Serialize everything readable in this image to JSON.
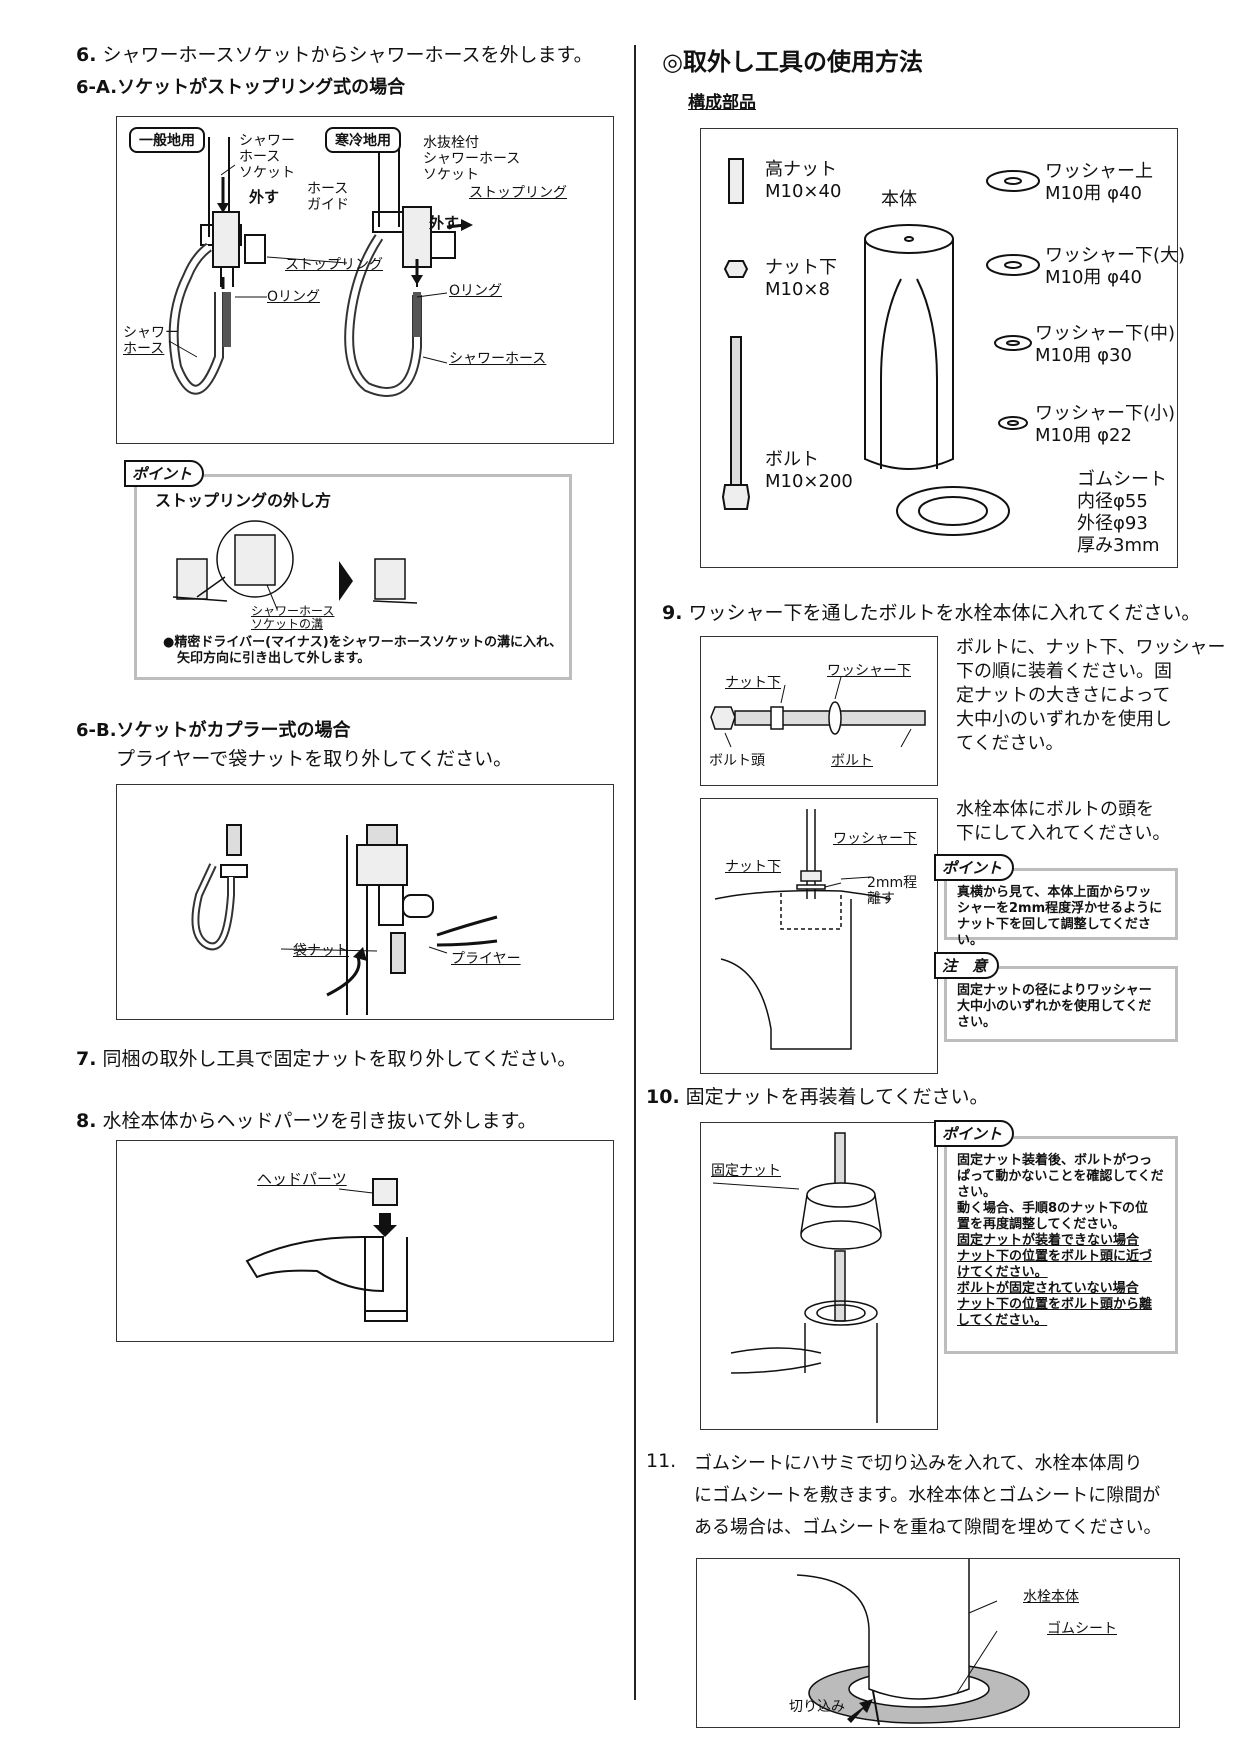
{
  "left": {
    "step6": {
      "num": "6.",
      "text": "シャワーホースソケットからシャワーホースを外します。"
    },
    "step6a": {
      "title": "6-A.ソケットがストップリング式の場合"
    },
    "fig1": {
      "tag_general": "一般地用",
      "tag_cold": "寒冷地用",
      "shower_hose_socket": [
        "シャワー",
        "ホース",
        "ソケット"
      ],
      "remove1": "外す",
      "stopring1": "ストップリング",
      "oring1": "Oリング",
      "shower_hose1": [
        "シャワー",
        "ホース"
      ],
      "drain_socket": [
        "水抜栓付",
        "シャワーホース",
        "ソケット"
      ],
      "hose_guide": [
        "ホース",
        "ガイド"
      ],
      "stopring2": "ストップリング",
      "remove2": "外す",
      "oring2": "Oリング",
      "shower_hose2": "シャワーホース"
    },
    "point1": {
      "tag": "ポイント",
      "title": "ストップリングの外し方",
      "groove": [
        "シャワーホース",
        "ソケットの溝"
      ],
      "note": [
        "●精密ドライバー(マイナス)をシャワーホースソケットの溝に入れ、",
        "矢印方向に引き出して外します。"
      ]
    },
    "step6b": {
      "title": "6-B.ソケットがカプラー式の場合",
      "text": "プライヤーで袋ナットを取り外してください。"
    },
    "fig2": {
      "cap_nut": "袋ナット",
      "pliers": "プライヤー"
    },
    "step7": {
      "num": "7.",
      "text": "同梱の取外し工具で固定ナットを取り外してください。"
    },
    "step8": {
      "num": "8.",
      "text": "水栓本体からヘッドパーツを引き抜いて外します。"
    },
    "fig3": {
      "head_parts": "ヘッドパーツ"
    }
  },
  "right": {
    "section_title": "◎取外し工具の使用方法",
    "parts_title": "構成部品",
    "parts": {
      "high_nut": [
        "高ナット",
        "M10×40"
      ],
      "body": "本体",
      "nut_lower": [
        "ナット下",
        "M10×8"
      ],
      "bolt": [
        "ボルト",
        "M10×200"
      ],
      "washer_upper": [
        "ワッシャー上",
        "M10用 φ40"
      ],
      "washer_large": [
        "ワッシャー下(大)",
        "M10用 φ40"
      ],
      "washer_mid": [
        "ワッシャー下(中)",
        "M10用 φ30"
      ],
      "washer_small": [
        "ワッシャー下(小)",
        "M10用 φ22"
      ],
      "rubber": [
        "ゴムシート",
        "内径φ55",
        "外径φ93",
        "厚み3mm"
      ]
    },
    "step9": {
      "num": "9.",
      "text": "ワッシャー下を通したボルトを水栓本体に入れてください。",
      "fig_a": {
        "nut_lower": "ナット下",
        "washer_lower": "ワッシャー下",
        "bolt_head": "ボルト頭",
        "bolt": "ボルト"
      },
      "desc_a": [
        "ボルトに、ナット下、ワッシャー",
        "下の順に装着ください。固",
        "定ナットの大きさによって",
        "大中小のいずれかを使用し",
        "てください。"
      ],
      "fig_b": {
        "washer_lower": "ワッシャー下",
        "nut_lower": "ナット下",
        "gap": [
          "2mm程",
          "離す"
        ]
      },
      "desc_b": [
        "水栓本体にボルトの頭を",
        "下にして入れてください。"
      ],
      "point": {
        "tag": "ポイント",
        "lines": [
          "真横から見て、本体上面からワッ",
          "シャーを2mm程度浮かせるように",
          "ナット下を回して調整してください。"
        ]
      },
      "caution": {
        "tag": "注　意",
        "lines": [
          "固定ナットの径によりワッシャー",
          "大中小のいずれかを使用してくだ",
          "さい。"
        ]
      }
    },
    "step10": {
      "num": "10.",
      "text": "固定ナットを再装着してください。",
      "fig": {
        "fixed_nut": "固定ナット"
      },
      "point": {
        "tag": "ポイント",
        "lines": [
          "固定ナット装着後、ボルトがつっ",
          "ぱって動かないことを確認してくだ",
          "さい。",
          "動く場合、手順8のナット下の位",
          "置を再度調整してください。",
          "固定ナットが装着できない場合",
          "ナット下の位置をボルト頭に近づ",
          "けてください。",
          "ボルトが固定されていない場合",
          "ナット下の位置をボルト頭から離",
          "してください。"
        ]
      }
    },
    "step11": {
      "num": "11.",
      "lines": [
        "ゴムシートにハサミで切り込みを入れて、水栓本体周り",
        "にゴムシートを敷きます。水栓本体とゴムシートに隙間が",
        "ある場合は、ゴムシートを重ねて隙間を埋めてください。"
      ],
      "fig": {
        "faucet_body": "水栓本体",
        "rubber": "ゴムシート",
        "cut": "切り込み"
      }
    }
  }
}
